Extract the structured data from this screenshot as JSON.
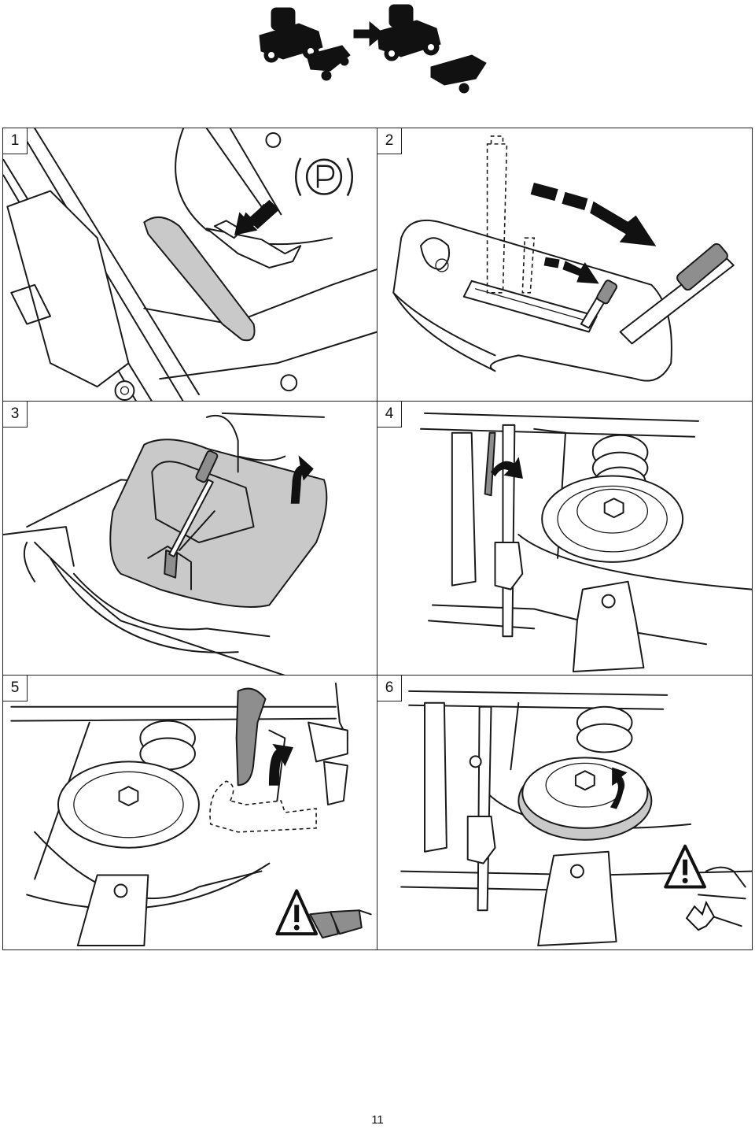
{
  "header": {
    "illustration": "mower-deck-removal-icon"
  },
  "steps": [
    {
      "number": "1",
      "icons": [
        "parking-brake-icon",
        "pointing-arrow-icon"
      ]
    },
    {
      "number": "2",
      "icons": [
        "height-lever-icon",
        "motion-arrow-icon"
      ]
    },
    {
      "number": "3",
      "icons": [
        "screwdriver-icon",
        "lift-arrow-icon"
      ]
    },
    {
      "number": "4",
      "icons": [
        "tension-rod-icon",
        "curved-arrow-icon"
      ]
    },
    {
      "number": "5",
      "icons": [
        "belt-tool-icon",
        "warning-triangle-icon",
        "safety-glasses-icon"
      ]
    },
    {
      "number": "6",
      "icons": [
        "pulley-icon",
        "rotation-arrow-icon",
        "warning-triangle-icon",
        "pinch-hazard-icon"
      ]
    }
  ],
  "footer": {
    "page_number": "11"
  },
  "colors": {
    "line": "#1a1a1a",
    "fill_light": "#c9c9c9",
    "fill_dark": "#8e8e8e",
    "background": "#ffffff"
  }
}
